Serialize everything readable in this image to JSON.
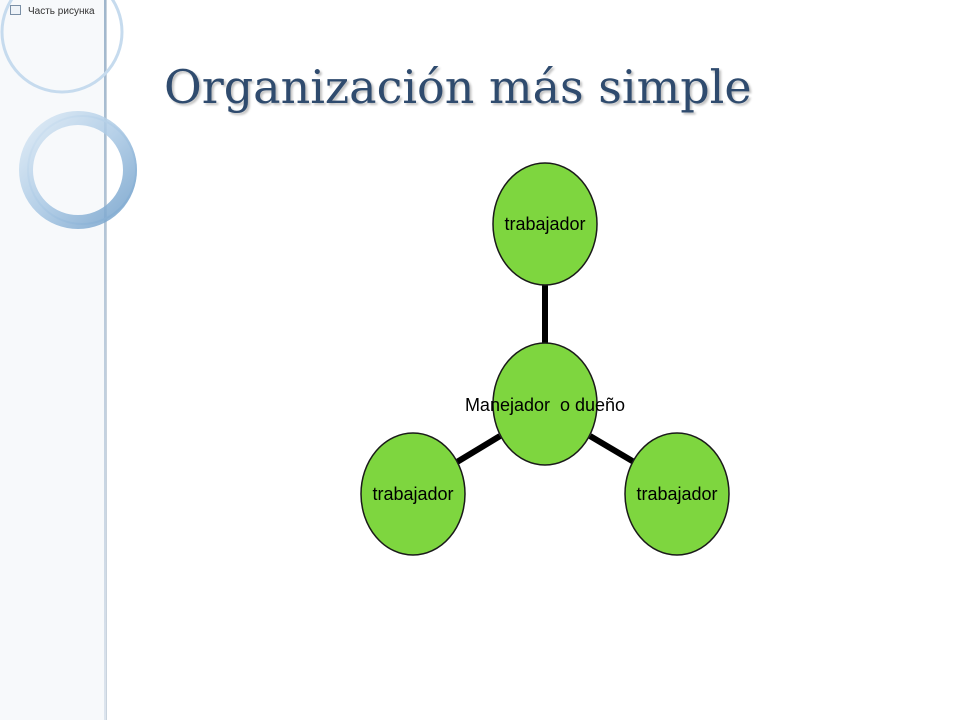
{
  "slide": {
    "title": "Organización más simple",
    "image_alt_text": "Часть рисунка"
  },
  "diagram": {
    "center": {
      "label": "Manejador  o dueño"
    },
    "nodes": [
      {
        "id": "top",
        "label": "trabajador"
      },
      {
        "id": "bottom-left",
        "label": "trabajador"
      },
      {
        "id": "bottom-right",
        "label": "trabajador"
      }
    ],
    "colors": {
      "node_fill": "#7ed63f",
      "node_stroke": "#1a1a1a",
      "connector": "#000000",
      "title": "#2f4b6e",
      "decor_ring": "#a9c8e4"
    }
  }
}
